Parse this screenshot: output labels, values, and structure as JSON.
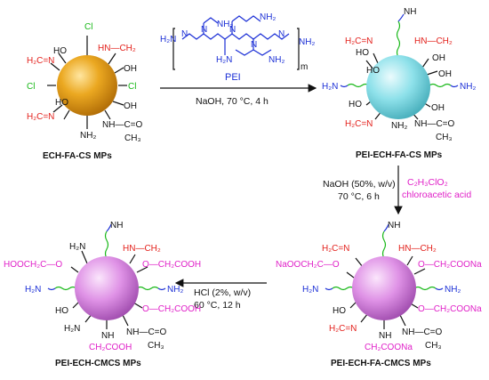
{
  "spheres": {
    "s1": {
      "label": "ECH-FA-CS MPs",
      "color": "#e39a10"
    },
    "s2": {
      "label": "PEI-ECH-FA-CS MPs",
      "color": "#7fdde6"
    },
    "s3": {
      "label": "PEI-ECH-FA-CMCS MPs",
      "color": "#d98ae0"
    },
    "s4": {
      "label": "PEI-ECH-CMCS MPs",
      "color": "#d98ae0"
    }
  },
  "groups": {
    "cl": "Cl",
    "oh": "OH",
    "ho": "HO",
    "nh2": "NH₂",
    "h2n": "H₂N",
    "nh": "NH",
    "imine": "H₂C=N",
    "nhch2": "HN—CH₂",
    "nhco": "NH—C=O",
    "ch3": "CH₃",
    "o_ch2cooh": "O—CH₂COOH",
    "o_ch2coona": "O—CH₂COONa",
    "hoocch2o": "HOOCH₂C—O",
    "naoocch2o": "NaOOCH₂C—O",
    "ch2cooh": "CH₂COOH",
    "ch2coona": "CH₂COONa"
  },
  "pei": {
    "name": "PEI",
    "subscript": "m",
    "atoms": {
      "n": "N",
      "nh2": "NH₂",
      "h2n": "H₂N",
      "h": "H"
    }
  },
  "steps": {
    "s1": {
      "cond1": "NaOH, 70 °C, 4 h"
    },
    "s2": {
      "cond1": "NaOH (50%, w/v)",
      "cond2": "70 °C, 6 h",
      "reagent_formula": "C₂H₃ClO₂",
      "reagent_name": "chloroacetic acid"
    },
    "s3": {
      "cond1": "HCl (2%, w/v)",
      "cond2": "60 °C, 12 h"
    }
  },
  "colors": {
    "red": "#e3211c",
    "magenta": "#e020c8",
    "blue": "#1b2fd6",
    "green": "#18b818"
  }
}
